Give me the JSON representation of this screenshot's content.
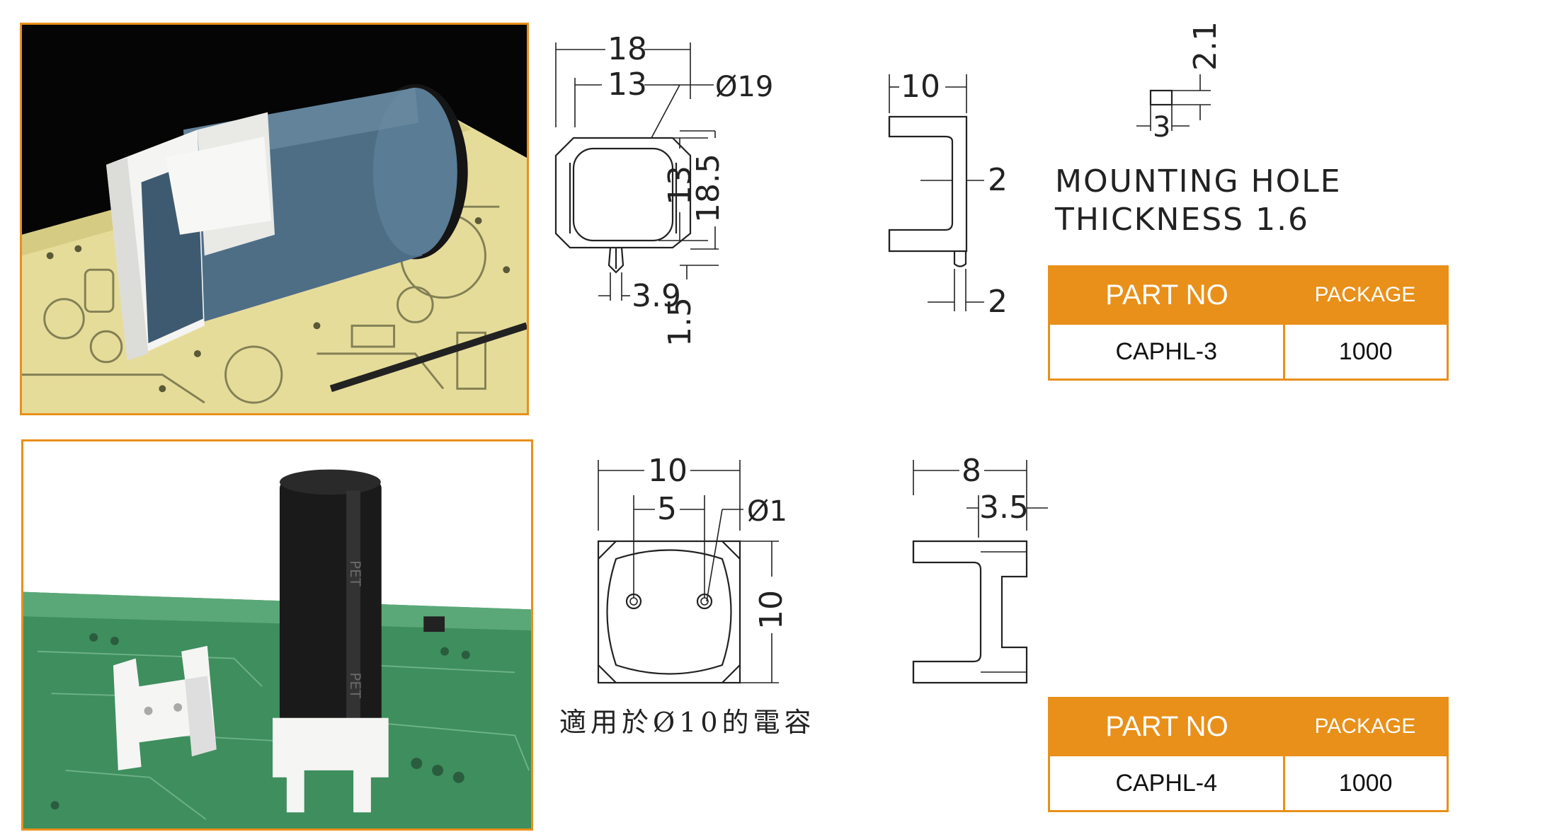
{
  "colors": {
    "accent": "#e8901a",
    "ink": "#222222"
  },
  "product1": {
    "photo_icon": "capacitor-holder-horizontal-photo",
    "dims": {
      "width_outer": "18",
      "width_inner": "13",
      "diameter": "Ø19",
      "height_inner": "13",
      "height_outer": "18.5",
      "pin_width": "3.9",
      "pin_height": "1.5",
      "side_width": "10",
      "side_wall": "2",
      "side_pin": "2",
      "hole_h": "2.1",
      "hole_w": "3"
    },
    "note_line1": "MOUNTING HOLE",
    "note_line2": "THICKNESS 1.6",
    "table": {
      "header_part": "PART NO",
      "header_package": "PACKAGE",
      "part_no": "CAPHL-3",
      "package": "1000"
    }
  },
  "product2": {
    "photo_icon": "capacitor-holder-vertical-photo",
    "dims": {
      "width_outer": "10",
      "hole_spacing": "5",
      "hole_diameter": "Ø1",
      "height": "10",
      "side_width": "8",
      "side_offset": "3.5"
    },
    "note": "適用於Ø10的電容",
    "table": {
      "header_part": "PART NO",
      "header_package": "PACKAGE",
      "part_no": "CAPHL-4",
      "package": "1000"
    }
  }
}
